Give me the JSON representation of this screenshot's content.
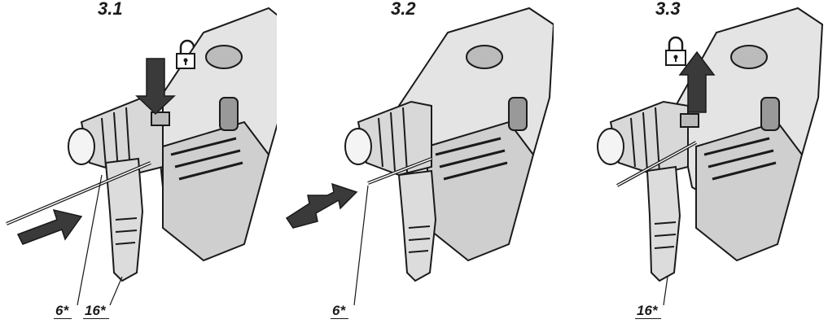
{
  "figure": {
    "panels": [
      {
        "title": "3.1",
        "callouts": [
          "6*",
          "16*"
        ],
        "lock_state": "unlocked",
        "icons": [
          "padlock-open-icon",
          "arrow-down-icon",
          "arrow-right-icon"
        ]
      },
      {
        "title": "3.2",
        "callouts": [
          "6*"
        ],
        "icons": [
          "double-arrow-icon"
        ]
      },
      {
        "title": "3.3",
        "callouts": [
          "16*"
        ],
        "lock_state": "locked",
        "icons": [
          "padlock-closed-icon",
          "arrow-up-icon"
        ]
      }
    ],
    "colors": {
      "line": "#1a1a1a",
      "arrow_fill": "#3a3a3a",
      "tool_fill": "#dcdcdc"
    }
  }
}
